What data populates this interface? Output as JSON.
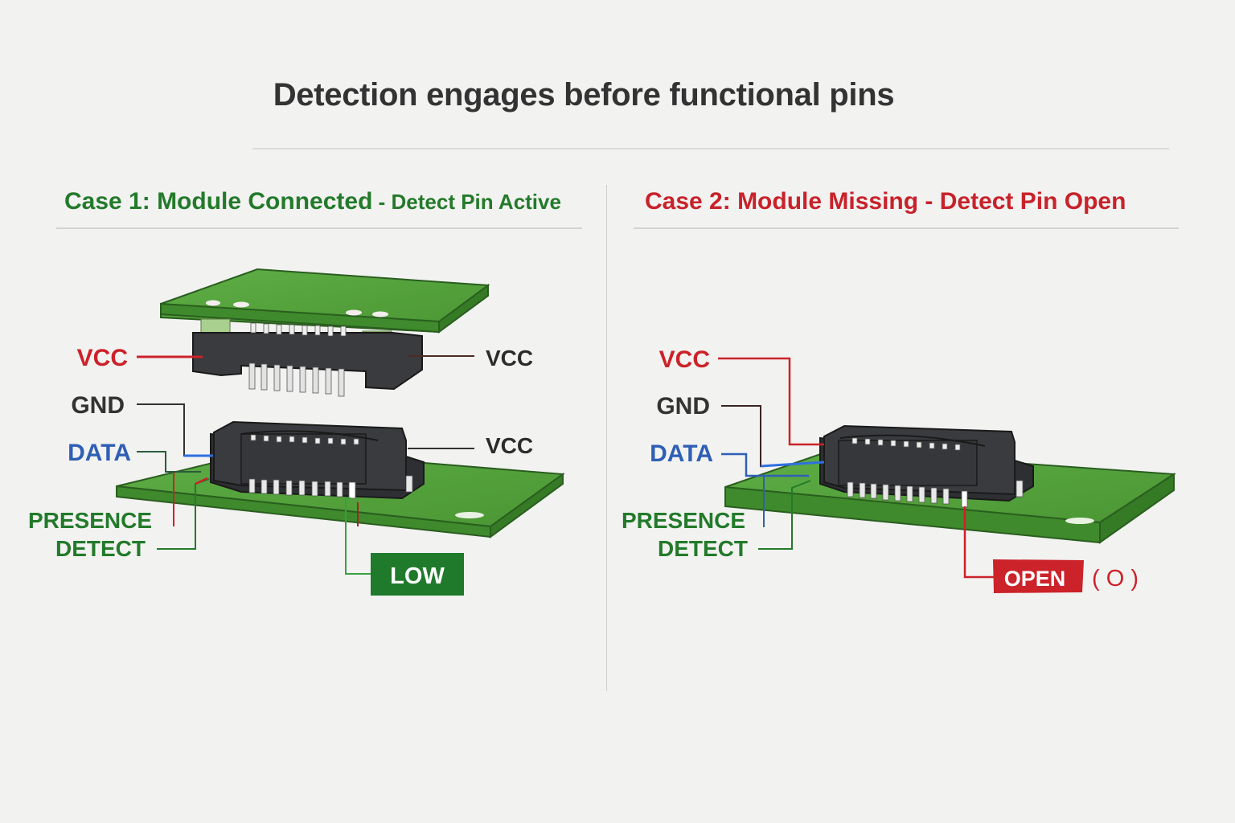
{
  "title": "Detection engages before functional pins",
  "colors": {
    "pcb": "#4f9e3a",
    "pcb_edge": "#2f7a26",
    "connector": "#3a3b3e",
    "pin": "#e6e6e6",
    "vcc": "#cc2229",
    "gnd": "#333333",
    "data": "#2f5fb5",
    "presence": "#237a2a",
    "low_badge": "#1f7a2c",
    "open_badge": "#cc2229"
  },
  "case1": {
    "title": "Case 1:  Module Connected",
    "subtitle": " - Detect Pin Active",
    "labels": {
      "vcc_left": "VCC",
      "gnd": "GND",
      "data": "DATA",
      "presence_line1": "PRESENCE",
      "presence_line2": "DETECT",
      "vcc_right_top": "VCC",
      "vcc_right_bottom": "VCC"
    },
    "state_badge": "LOW"
  },
  "case2": {
    "title": "Case 2:  Module Missing - Detect Pin Open",
    "labels": {
      "vcc": "VCC",
      "gnd": "GND",
      "data": "DATA",
      "presence_line1": "PRESENCE",
      "presence_line2": "DETECT"
    },
    "state_badge": "OPEN",
    "state_suffix": "( O )"
  }
}
